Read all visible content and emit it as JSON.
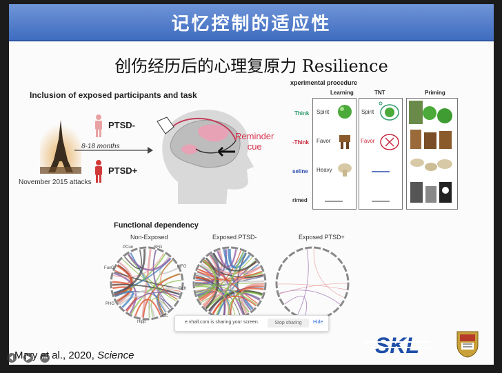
{
  "slide": {
    "title": "记忆控制的适应性",
    "subtitle": "创伤经历后的心理复原力 Resilience",
    "left_panel": {
      "heading": "Inclusion of exposed participants and task",
      "ptsd_minus": "PTSD-",
      "ptsd_plus": "PTSD+",
      "months": "8-18 months",
      "attacks": "November 2015 attacks",
      "reminder_line1": "Reminder",
      "reminder_line2": "cue"
    },
    "procedure": {
      "title": "xperimental procedure",
      "columns": [
        "Learning",
        "TNT",
        "Priming"
      ],
      "rows": [
        {
          "label": "Think",
          "color": "#2e9a6a",
          "learning_word": "Spirit",
          "tnt_word": "Spirit"
        },
        {
          "label": "-Think",
          "color": "#c8283c",
          "learning_word": "Favor",
          "tnt_word": "Favor"
        },
        {
          "label": "seline",
          "color": "#2a4cb0",
          "learning_word": "Heavy",
          "tnt_word": ""
        },
        {
          "label": "rimed",
          "color": "#333333",
          "learning_word": "",
          "tnt_word": ""
        }
      ]
    },
    "functional": {
      "heading": "Functional dependency",
      "groups": [
        "Non-Exposed",
        "Exposed PTSD-",
        "Exposed PTSD+"
      ],
      "region_labels": [
        "PCun",
        "SFG",
        "MFG",
        "DLfr",
        "CC",
        "Hipp",
        "PHG",
        "FusG"
      ]
    },
    "citation_main": "Mary et al., 2020, ",
    "citation_journal": "Science",
    "logo_text": "SKL"
  },
  "share_bar": {
    "message": "e.vhall.com is sharing your screen.",
    "stop_label": "Stop sharing",
    "hide_label": "Hide"
  },
  "colors": {
    "title_bar": "#4a76c8",
    "reminder": "#d6334d",
    "ptsd_red": "#d23a3a",
    "logo_blue": "#1f4fa8"
  }
}
